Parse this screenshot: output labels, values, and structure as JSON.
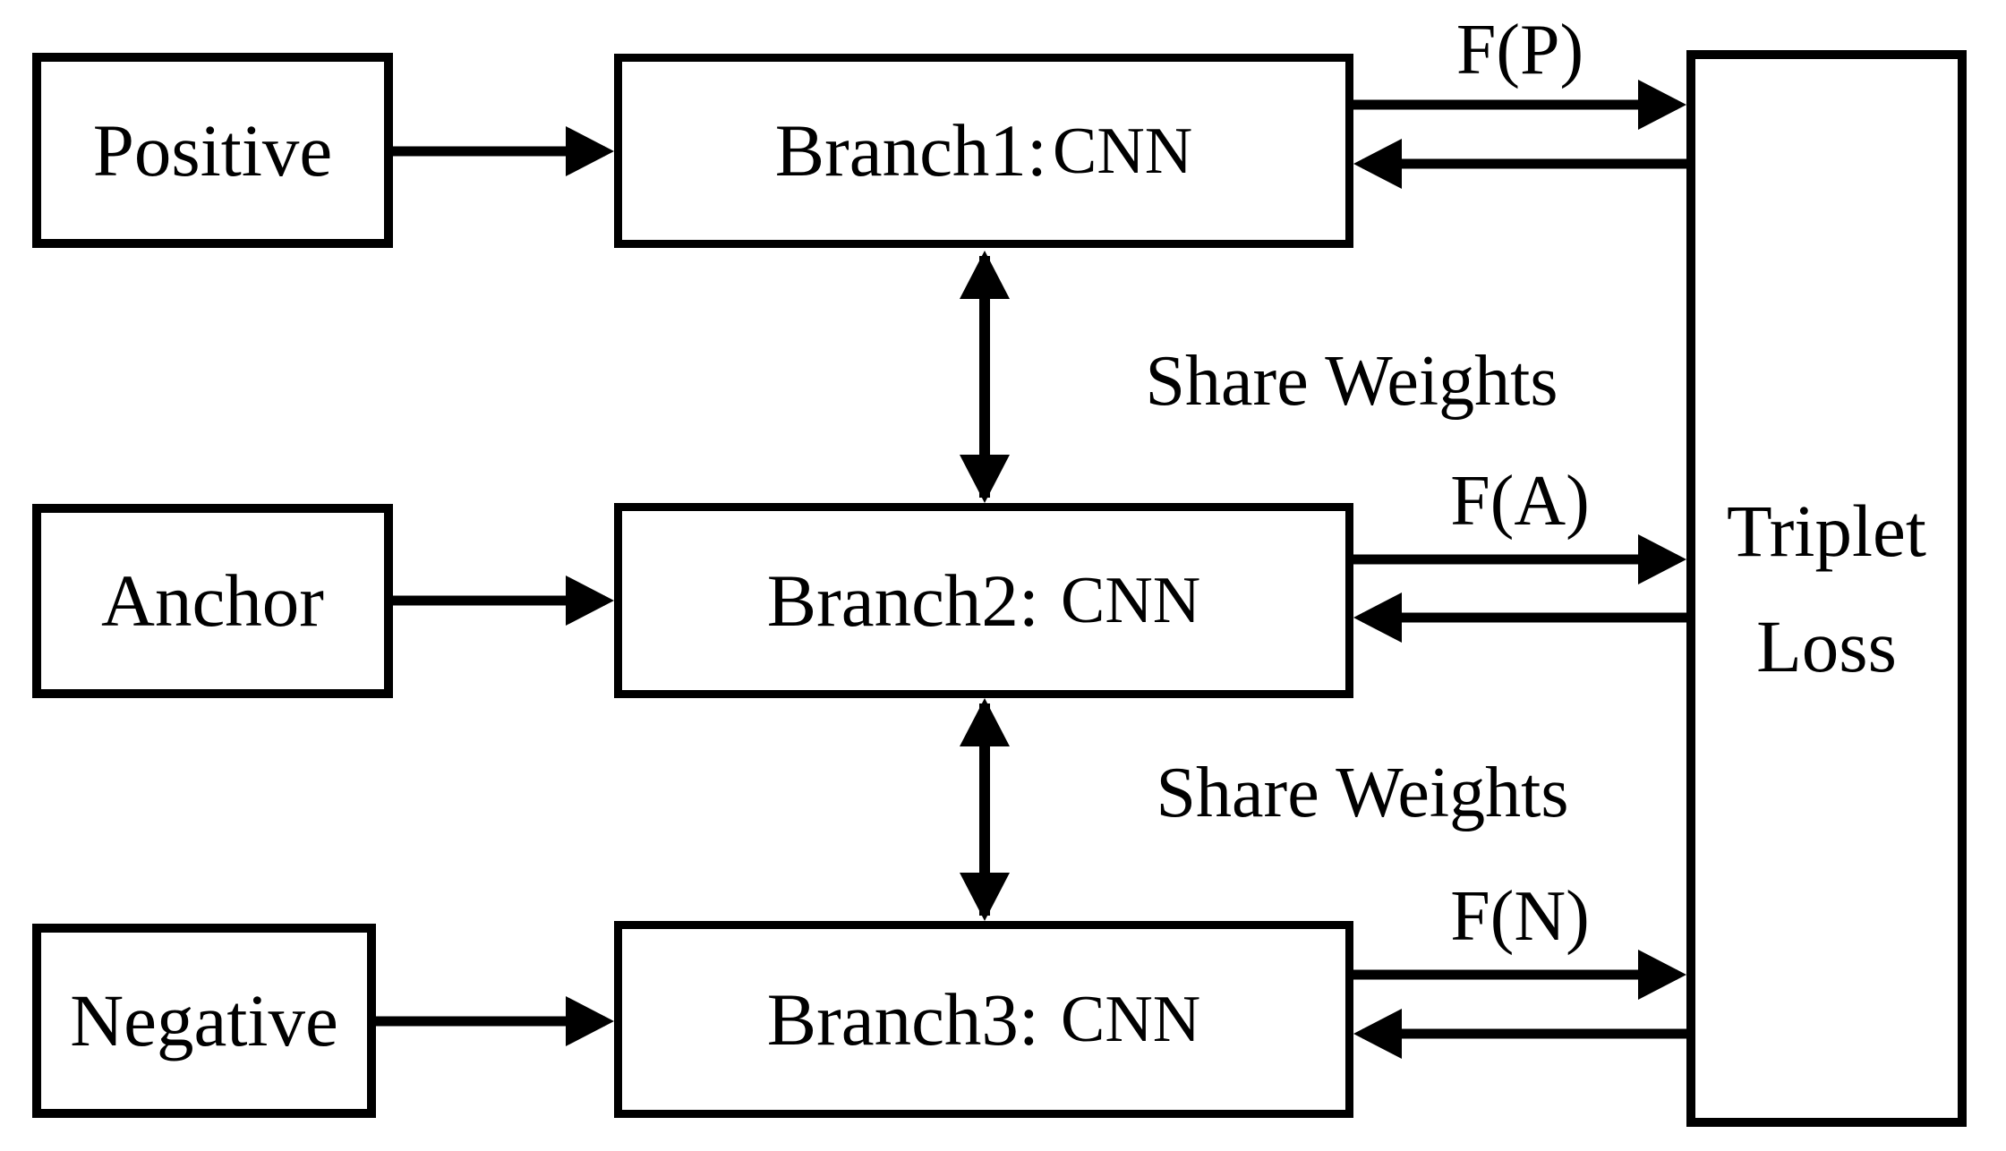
{
  "diagram": {
    "title_semantic": "Triplet network with shared-weight CNN branches and triplet loss",
    "colors": {
      "background": "#ffffff",
      "stroke": "#000000",
      "text": "#000000"
    },
    "nodes": {
      "positive": {
        "label": "Positive"
      },
      "anchor": {
        "label": "Anchor"
      },
      "negative": {
        "label": "Negative"
      },
      "branch1": {
        "prefix": "Branch1:",
        "cnn": "CNN"
      },
      "branch2": {
        "prefix": "Branch2:",
        "cnn": "CNN"
      },
      "branch3": {
        "prefix": "Branch3:",
        "cnn": "CNN"
      },
      "loss": {
        "line1": "Triplet",
        "line2": "Loss"
      }
    },
    "edge_labels": {
      "fp": "F(P)",
      "fa": "F(A)",
      "fn": "F(N)",
      "share_weights_top": "Share Weights",
      "share_weights_bottom": "Share Weights"
    }
  }
}
